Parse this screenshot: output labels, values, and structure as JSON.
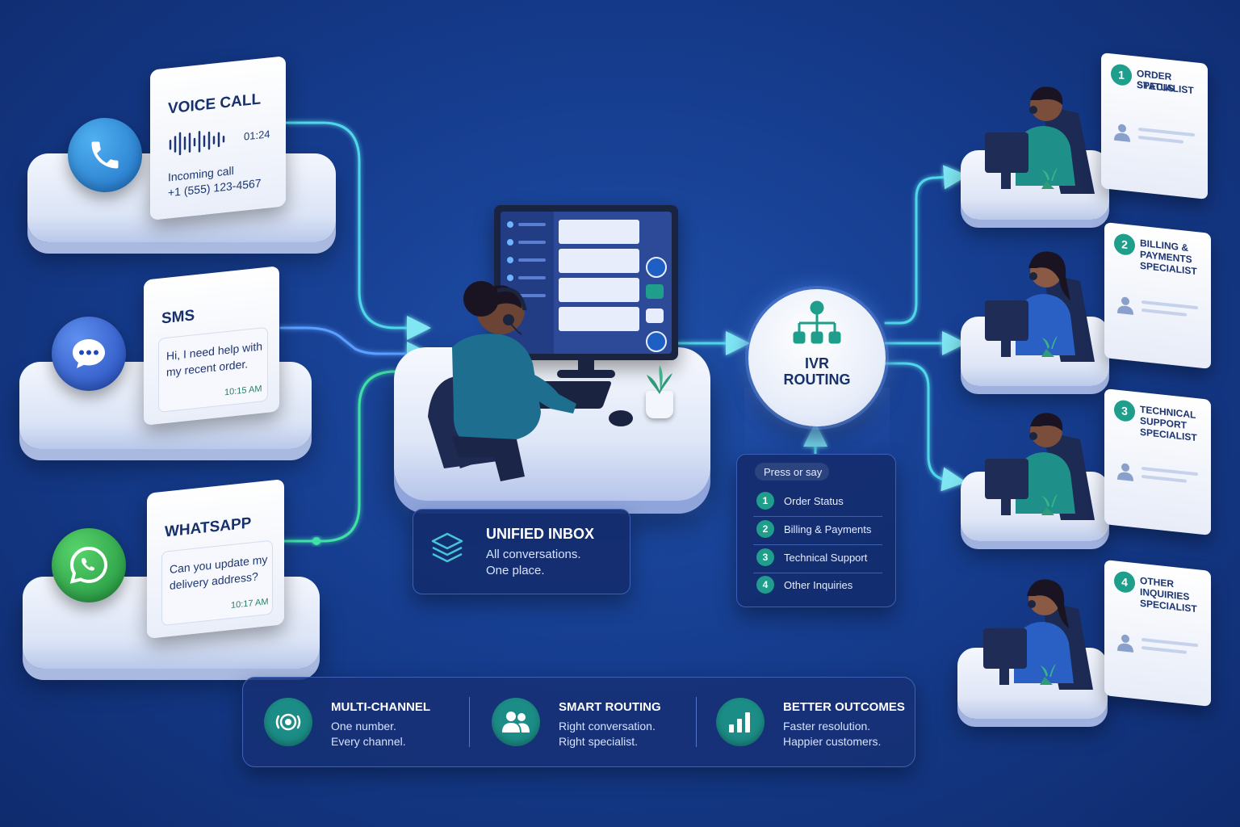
{
  "channels": {
    "voice": {
      "title": "VOICE CALL",
      "timer": "01:24",
      "line1": "Incoming call",
      "line2": "+1 (555) 123-4567"
    },
    "sms": {
      "title": "SMS",
      "line1": "Hi, I need help with",
      "line2": "my recent order.",
      "time": "10:15 AM"
    },
    "whatsapp": {
      "title": "WHATSAPP",
      "line1": "Can you update my",
      "line2": "delivery address?",
      "time": "10:17 AM"
    }
  },
  "inbox": {
    "title": "UNIFIED INBOX",
    "line1": "All conversations.",
    "line2": "One place."
  },
  "ivr": {
    "line1": "IVR",
    "line2": "ROUTING",
    "menu_header": "Press or say",
    "options": [
      {
        "num": "1",
        "label": "Order Status"
      },
      {
        "num": "2",
        "label": "Billing & Payments"
      },
      {
        "num": "3",
        "label": "Technical Support"
      },
      {
        "num": "4",
        "label": "Other Inquiries"
      }
    ]
  },
  "specialists": [
    {
      "num": "1",
      "line1": "Order Status",
      "line2": "Specialist"
    },
    {
      "num": "2",
      "line1": "Billing &",
      "line2": "Payments",
      "line3": "Specialist"
    },
    {
      "num": "3",
      "line1": "Technical",
      "line2": "Support",
      "line3": "Specialist"
    },
    {
      "num": "4",
      "line1": "Other",
      "line2": "Inquiries",
      "line3": "Specialist"
    }
  ],
  "benefits": [
    {
      "title": "MULTI-CHANNEL",
      "line1": "One number.",
      "line2": "Every channel.",
      "icon": "broadcast-icon"
    },
    {
      "title": "SMART ROUTING",
      "line1": "Right conversation.",
      "line2": "Right specialist.",
      "icon": "users-icon"
    },
    {
      "title": "BETTER OUTCOMES",
      "line1": "Faster resolution.",
      "line2": "Happier customers.",
      "icon": "bar-chart-icon"
    }
  ],
  "colors": {
    "background": "#163d8f",
    "accent": "#1f9e8c",
    "flow_line": "#4fd6e8",
    "whatsapp": "#2aa84a",
    "voice": "#1f7fd0",
    "sms": "#2a5fd0"
  }
}
